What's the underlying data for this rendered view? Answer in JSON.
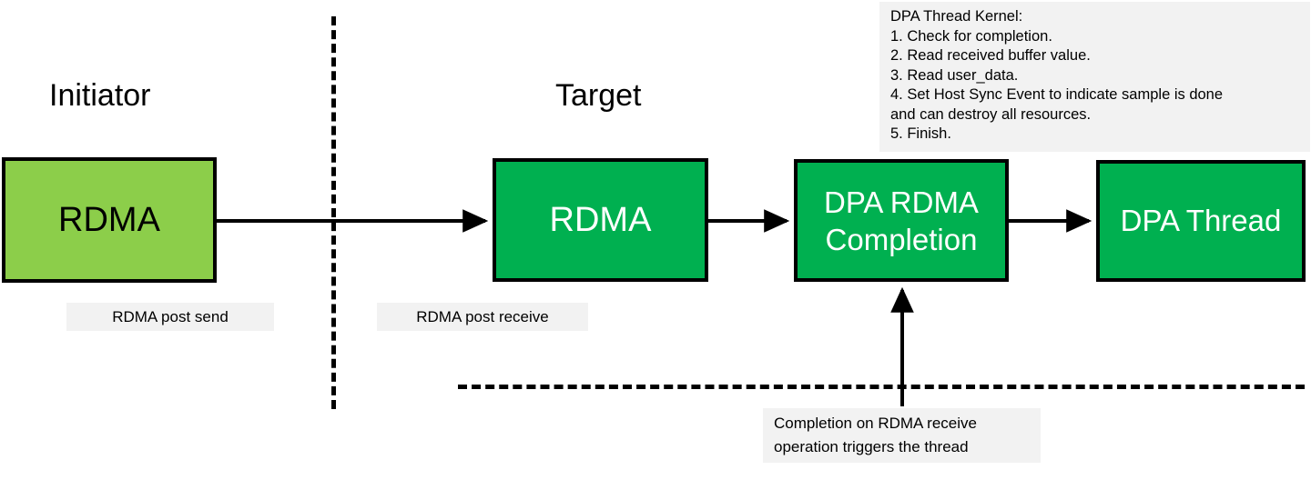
{
  "diagram": {
    "title_initiator": "Initiator",
    "title_target": "Target",
    "background": "#FFFFFF",
    "line_color": "#000000",
    "chip_background": "#F2F2F2"
  },
  "sections": [
    {
      "id": "initiator",
      "label": "Initiator"
    },
    {
      "id": "target",
      "label": "Target"
    }
  ],
  "boxes": [
    {
      "id": "initiator-rdma",
      "label": "RDMA",
      "fill": "#8CCE4A",
      "text_color": "#000000"
    },
    {
      "id": "target-rdma",
      "label": "RDMA",
      "fill": "#00B050",
      "text_color": "#FFFFFF"
    },
    {
      "id": "dpa-rdma-completion",
      "label": "DPA RDMA\nCompletion",
      "fill": "#00B050",
      "text_color": "#FFFFFF"
    },
    {
      "id": "dpa-thread",
      "label": "DPA Thread",
      "fill": "#00B050",
      "text_color": "#FFFFFF"
    }
  ],
  "captions": [
    {
      "id": "rdma-post-send",
      "label": "RDMA post send"
    },
    {
      "id": "rdma-post-receive",
      "label": "RDMA post receive"
    },
    {
      "id": "completion-trigger",
      "label": "Completion on RDMA receive\noperation triggers the thread"
    }
  ],
  "kernel_note": {
    "text": "DPA Thread Kernel:\n1. Check for completion.\n2. Read received buffer value.\n3. Read user_data.\n4. Set Host Sync Event to indicate sample is done\nand can destroy all resources.\n5. Finish."
  },
  "separators": [
    {
      "id": "initiator-target-divider",
      "orientation": "vertical",
      "style": "dashed"
    },
    {
      "id": "host-dpa-divider",
      "orientation": "horizontal",
      "style": "dashed"
    }
  ],
  "connectors": [
    {
      "id": "initiator-to-target",
      "from": "initiator-rdma",
      "to": "target-rdma",
      "direction": "right"
    },
    {
      "id": "target-to-completion",
      "from": "target-rdma",
      "to": "dpa-rdma-completion",
      "direction": "right"
    },
    {
      "id": "completion-to-thread",
      "from": "dpa-rdma-completion",
      "to": "dpa-thread",
      "direction": "right"
    },
    {
      "id": "trigger-to-completion",
      "from": "completion-trigger",
      "to": "dpa-rdma-completion",
      "direction": "up"
    }
  ]
}
